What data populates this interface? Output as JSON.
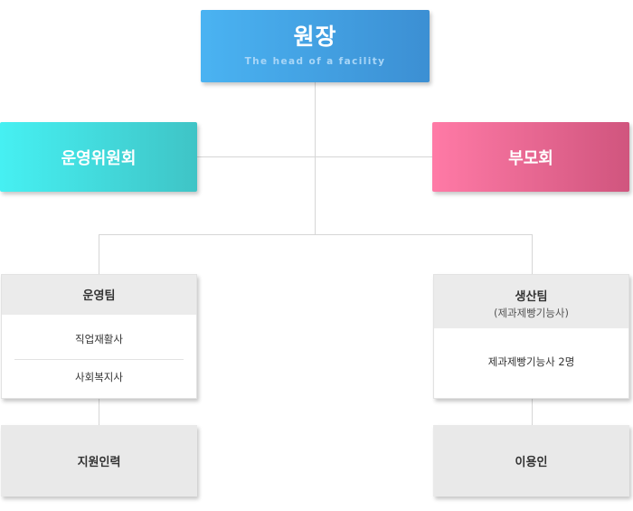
{
  "head": {
    "title": "원장",
    "subtitle": "The head of a facility"
  },
  "committee": {
    "label": "운영위원회"
  },
  "parents": {
    "label": "부모회"
  },
  "ops_team": {
    "title": "운영팀",
    "members": [
      "직업재활사",
      "사회복지사"
    ]
  },
  "prod_team": {
    "title": "생산팀",
    "subtitle": "(제과제빵기능사)",
    "members": [
      "제과제빵기능사 2명"
    ]
  },
  "support": {
    "label": "지원인력"
  },
  "users": {
    "label": "이용인"
  },
  "colors": {
    "head_start": "#4ab3f2",
    "head_end": "#3c8fd3",
    "committee_start": "#46f0f2",
    "committee_end": "#3fc4c6",
    "parents_start": "#ff7aa6",
    "parents_end": "#d0557e",
    "connector": "#d6d6d6"
  }
}
